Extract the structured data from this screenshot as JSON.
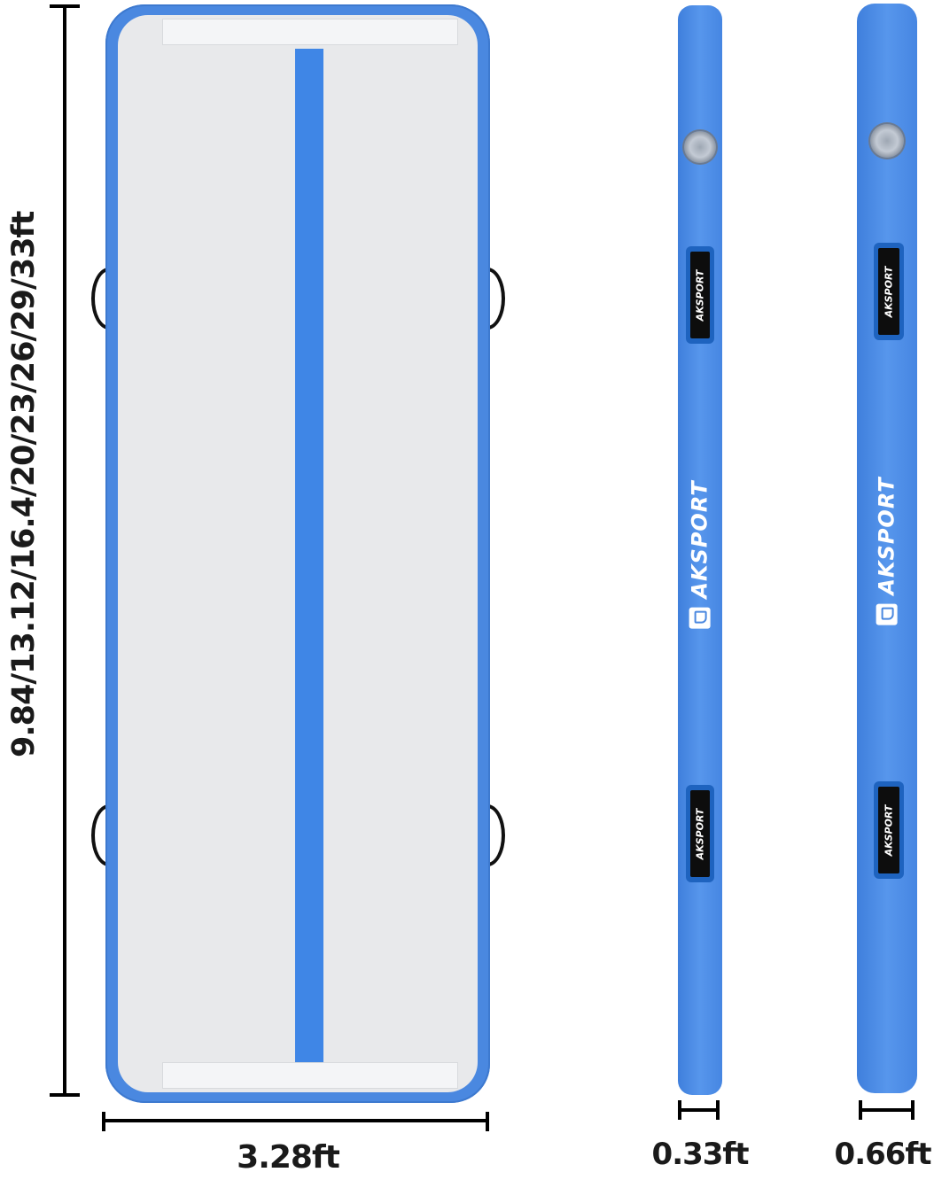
{
  "dimensions": {
    "length_label": "9.84/13.12/16.4/20/23/26/29/33ft",
    "width_label": "3.28ft",
    "thin_height_label": "0.33ft",
    "thick_height_label": "0.66ft"
  },
  "brand": {
    "logo_text": "AKSPORT",
    "tag_text": "AKSPORT"
  },
  "colors": {
    "mat_blue": "#4a88e0",
    "mat_surface": "#e8e9eb",
    "stripe_blue": "#3f86e6"
  }
}
